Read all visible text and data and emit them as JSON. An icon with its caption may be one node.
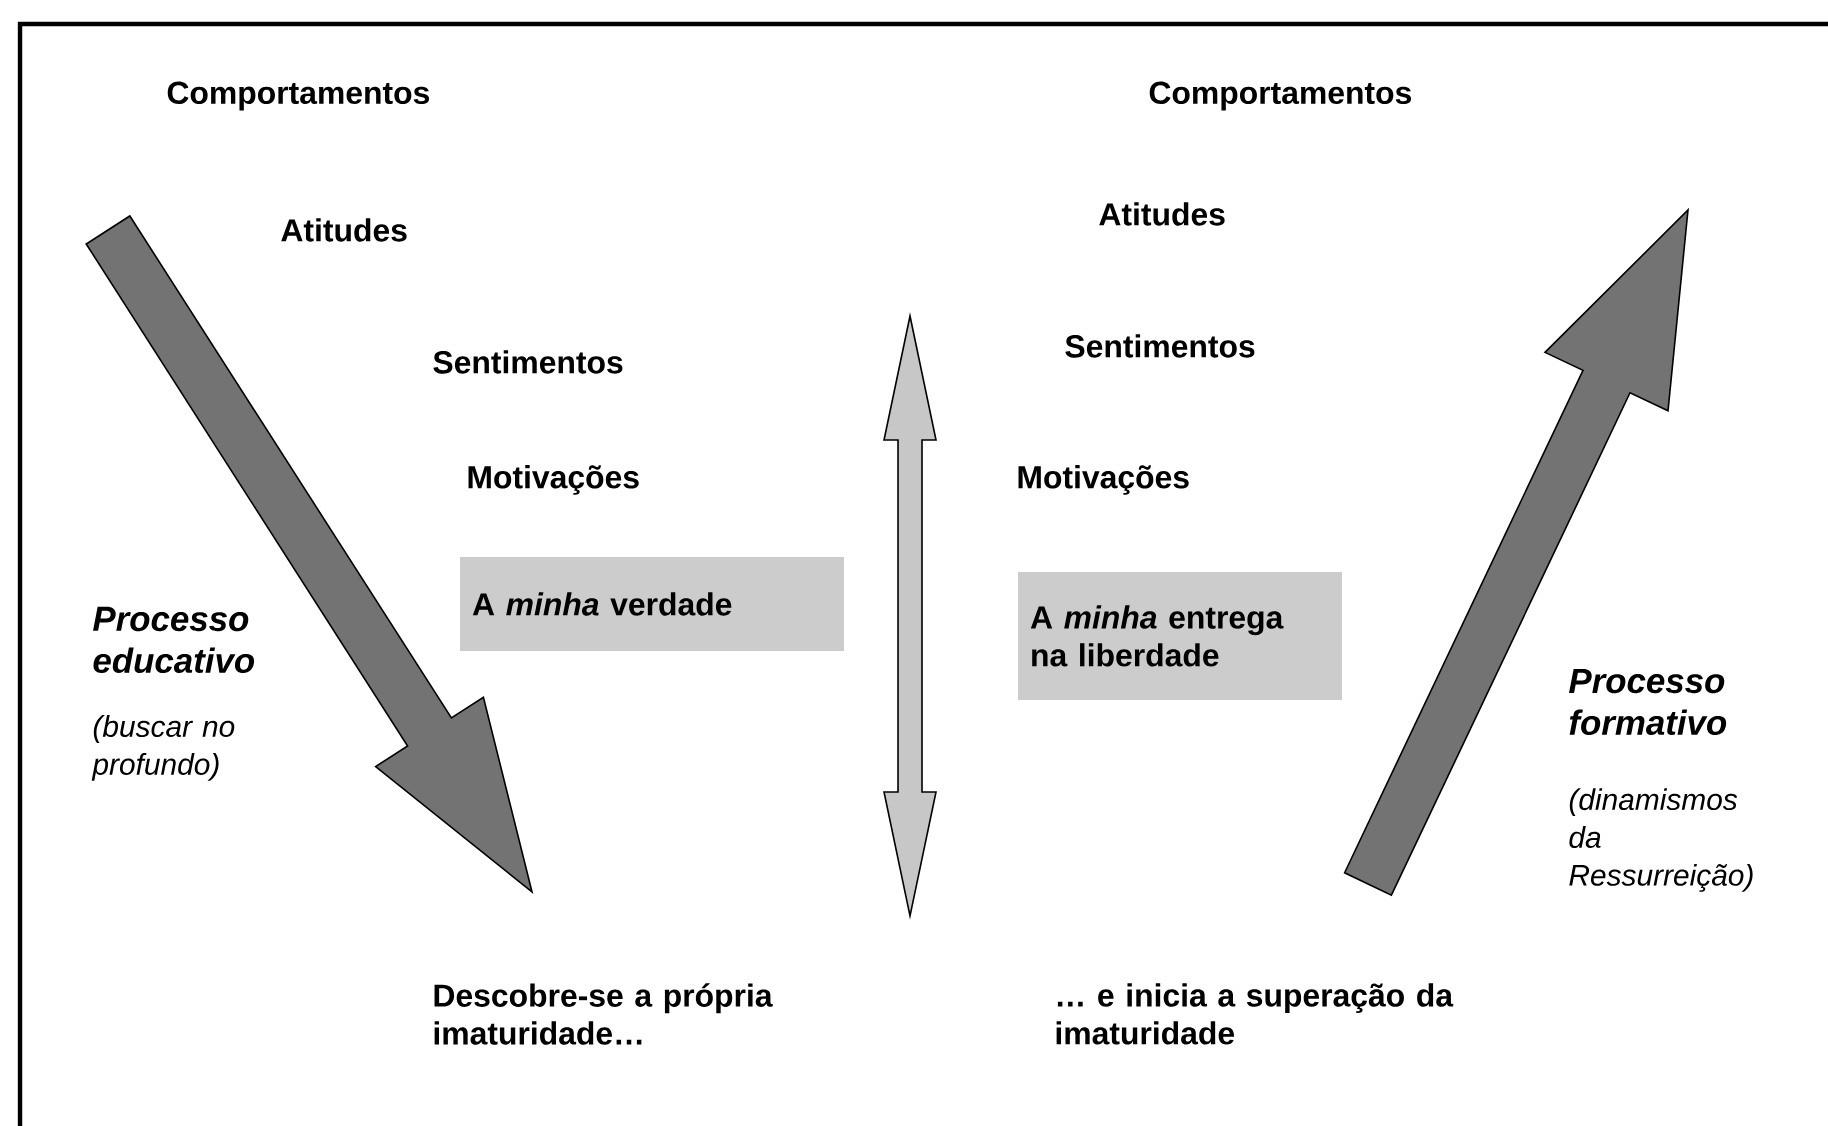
{
  "diagram": {
    "nodes": [
      {
        "text": [
          "A *minha* verdade"
        ]
      },
      {
        "text": [
          "A *minha* entrega na liberdade"
        ]
      }
    ],
    "labels": [
      "Comportamentos",
      "Comportamentos",
      "Atitudes",
      "Atitudes",
      "Sentimentos",
      "Sentimentos",
      "Motivações",
      "Motivações",
      "Processo educativo",
      "(buscar no profundo)",
      "Processo formativo",
      "(dinamismos da Ressurreição)",
      "Descobre-se a própria imaturidade…",
      "… e inicia a superação da imaturidade"
    ]
  }
}
